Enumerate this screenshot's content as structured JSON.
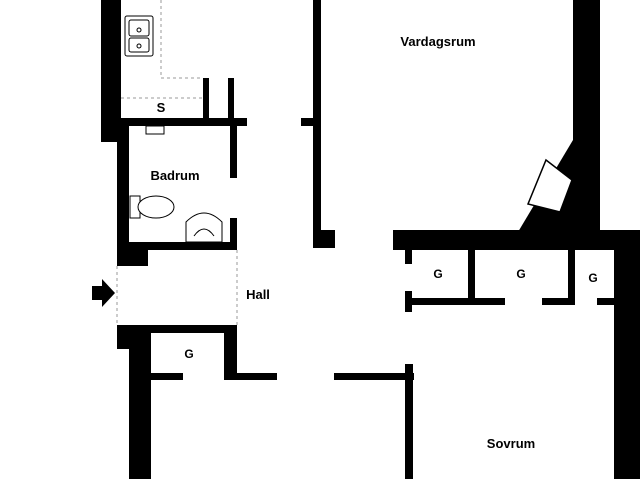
{
  "colors": {
    "wall": "#000000",
    "background": "#ffffff",
    "dashed": "#9a9a9a"
  },
  "rooms": {
    "vardagsrum": "Vardagsrum",
    "badrum": "Badrum",
    "hall": "Hall",
    "sovrum": "Sovrum",
    "storage": "S"
  },
  "wardrobes": {
    "hall_left": "G",
    "sovrum_1": "G",
    "sovrum_2": "G",
    "sovrum_3": "G"
  },
  "icons": [
    "entrance-arrow-icon",
    "sink-icon",
    "toilet-icon",
    "washbasin-icon",
    "fireplace-icon",
    "water-heater-icon"
  ]
}
